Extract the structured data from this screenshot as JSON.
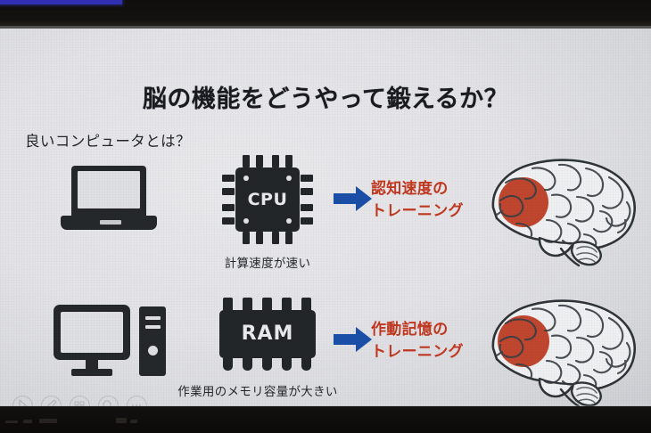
{
  "window": {
    "progress_accent": "#2f2fb4",
    "bezel_color": "#0d0c0b"
  },
  "slide": {
    "title": "脳の機能をどうやって鍛えるか？",
    "lead_question": "良いコンピュータとは？",
    "background": "#e5e5e9",
    "title_color": "#191b20",
    "accent_red": "#c1381f",
    "accent_blue": "#1a4fa8",
    "rows": [
      {
        "device_icon": "laptop-icon",
        "chip_label": "CPU",
        "chip_icon": "cpu-chip-icon",
        "caption": "計算速度が速い",
        "arrow_icon": "right-arrow-icon",
        "training_line1": "認知速度の",
        "training_line2": "トレーニング",
        "brain_icon": "brain-lateral-icon",
        "brain_highlight_region": "frontal-lobe",
        "brain_highlight_color": "#c0462f"
      },
      {
        "device_icon": "desktop-computer-icon",
        "chip_label": "RAM",
        "chip_icon": "ram-module-icon",
        "caption": "作業用のメモリ容量が大きい",
        "arrow_icon": "right-arrow-icon",
        "training_line1": "作動記憶の",
        "training_line2": "トレーニング",
        "brain_icon": "brain-lateral-icon",
        "brain_highlight_region": "frontal-lobe",
        "brain_highlight_color": "#c0462f"
      }
    ]
  },
  "presenter_bar": {
    "buttons": [
      {
        "icon": "pointer-icon",
        "label": ""
      },
      {
        "icon": "pen-icon",
        "label": ""
      },
      {
        "icon": "slides-grid-icon",
        "label": ""
      },
      {
        "icon": "zoom-icon",
        "label": ""
      },
      {
        "icon": "more-options-icon",
        "label": ""
      }
    ]
  }
}
